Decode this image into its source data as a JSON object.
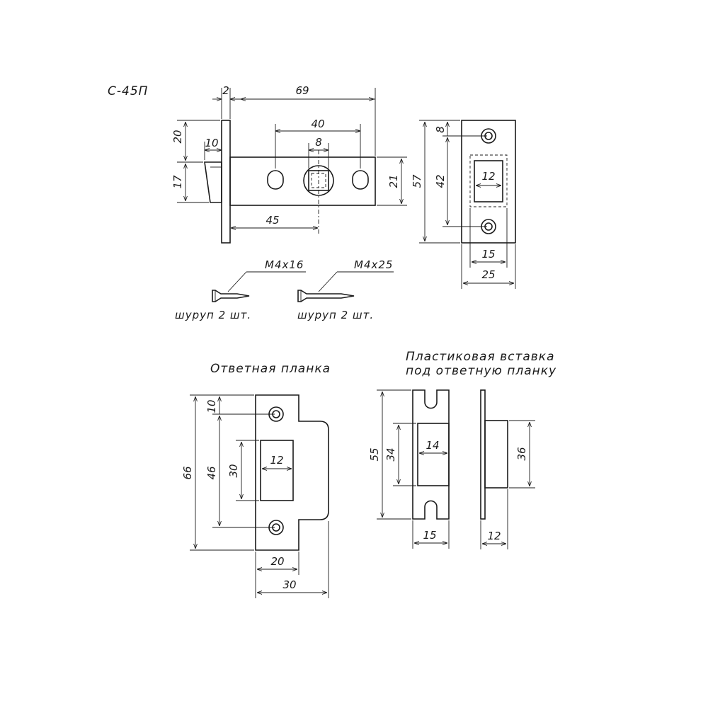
{
  "model": "С-45П",
  "screws": [
    {
      "size": "M4x16",
      "caption": "шуруп 2 шт."
    },
    {
      "size": "M4x25",
      "caption": "шуруп 2 шт."
    }
  ],
  "strike_plate_title": "Ответная планка",
  "insert_title": [
    "Пластиковая вставка",
    "под ответную планку"
  ],
  "dims": {
    "faceplate_thickness": "2",
    "body_length": "69",
    "hole_spacing": "40",
    "spindle_square": "8",
    "bolt_depth": "10",
    "top_offset": "20",
    "bolt_height": "17",
    "backset": "45",
    "body_height": "21",
    "plate_hole_offset": "8",
    "plate_hole_spacing": "42",
    "plate_height": "57",
    "plate_window": "12",
    "plate_window_width": "15",
    "plate_width": "25",
    "strike_hole_offset": "10",
    "strike_hole_spacing": "46",
    "strike_window_height": "30",
    "strike_height": "66",
    "strike_window": "12",
    "strike_base_width": "20",
    "strike_total_width": "30",
    "insert_height": "55",
    "insert_window_height": "34",
    "insert_window_width": "14",
    "insert_width": "15",
    "insert_depth_height": "36",
    "insert_depth": "12"
  }
}
